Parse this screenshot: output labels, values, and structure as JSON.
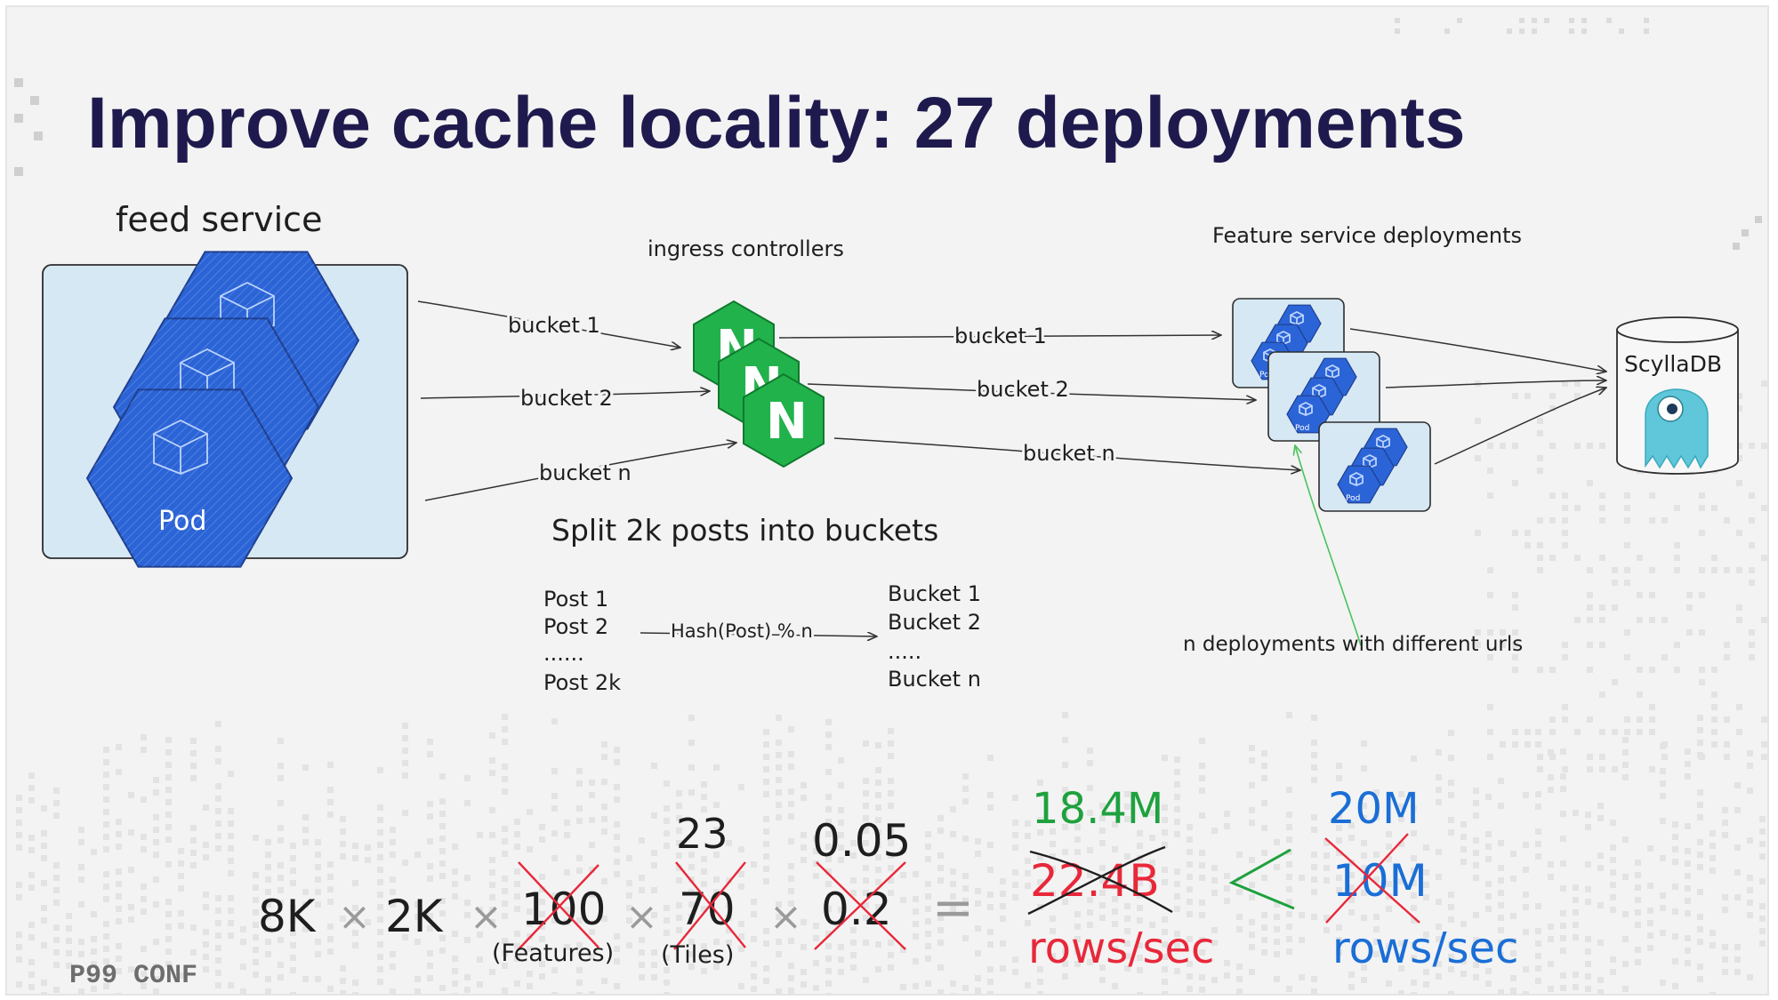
{
  "slide": {
    "title": "Improve cache locality: 27 deployments",
    "footer_brand": "P99 CONF"
  },
  "diagram": {
    "feed_service_label": "feed service",
    "pod_label": "Pod",
    "ingress_label": "ingress controllers",
    "feature_label": "Feature service deployments",
    "db_label": "ScyllaDB",
    "left_buckets": [
      "bucket 1",
      "bucket 2",
      "bucket n"
    ],
    "right_buckets": [
      "bucket 1",
      "bucket 2",
      "bucket n"
    ],
    "nginx_letter": "N",
    "small_pod_label": "Pod",
    "urls_note": "n deployments with different urls",
    "split_title": "Split 2k posts into buckets",
    "posts": [
      "Post 1",
      "Post 2",
      "......",
      "Post 2k"
    ],
    "hash_label": "Hash(Post) % n",
    "buckets": [
      "Bucket 1",
      "Bucket 2",
      ".....",
      "Bucket n"
    ]
  },
  "equation": {
    "terms": [
      "8K",
      "2K"
    ],
    "times": "×",
    "features_old": "100",
    "features_caption": "(Features)",
    "tiles_new": "23",
    "tiles_old": "70",
    "tiles_caption": "(Tiles)",
    "ratio_new": "0.05",
    "ratio_old": "0.2",
    "equals": "=",
    "result_new": "18.4M",
    "result_old": "22.4B",
    "result_unit": "rows/sec",
    "less_than": "<",
    "capacity_new": "20M",
    "capacity_old": "10M",
    "capacity_unit": "rows/sec"
  },
  "colors": {
    "title": "#1f1a4d",
    "pod_blue": "#2b64d6",
    "nginx_green": "#22b24c",
    "green_text": "#1ea13e",
    "red_text": "#e8283a",
    "blue_text": "#1a6ed6",
    "ink": "#1e1e1e",
    "panel": "#d7e8f5"
  }
}
